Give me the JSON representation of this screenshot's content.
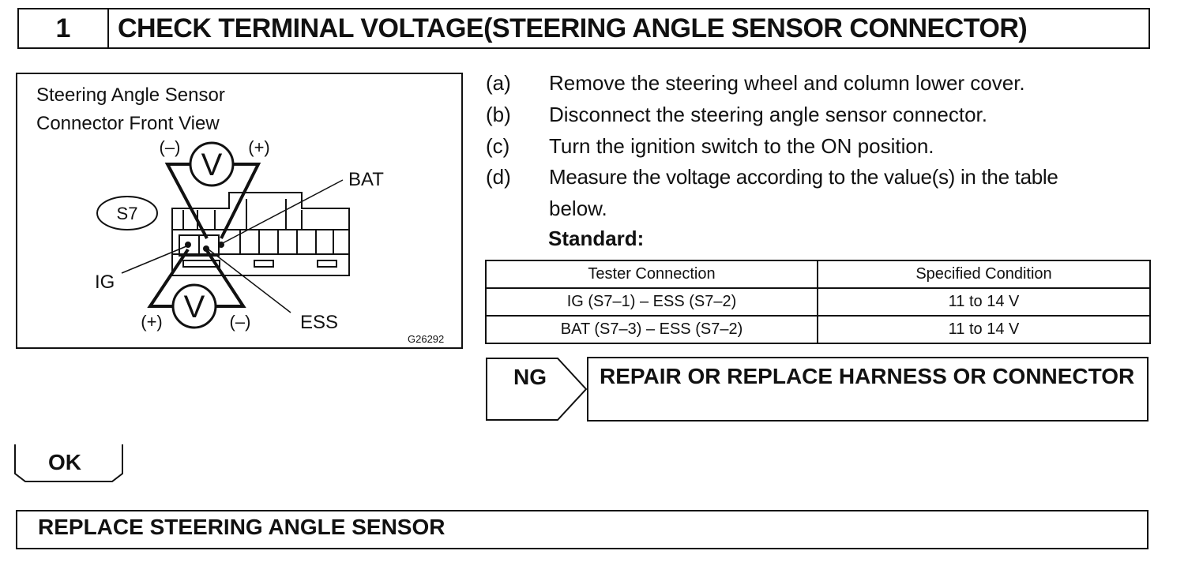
{
  "step": {
    "number": "1",
    "title": "CHECK TERMINAL VOLTAGE(STEERING ANGLE SENSOR CONNECTOR)"
  },
  "diagram": {
    "title_line1": "Steering Angle Sensor",
    "title_line2": "Connector Front View",
    "connector_id": "S7",
    "meter_symbol": "V",
    "minus": "(–)",
    "plus": "(+)",
    "label_bat": "BAT",
    "label_ig": "IG",
    "label_ess": "ESS",
    "figure_code": "G26292"
  },
  "instructions": [
    {
      "letter": "(a)",
      "text": "Remove the steering wheel and column lower cover."
    },
    {
      "letter": "(b)",
      "text": "Disconnect the steering angle sensor connector."
    },
    {
      "letter": "(c)",
      "text": "Turn the ignition switch to the ON position."
    },
    {
      "letter": "(d)",
      "text": "Measure the voltage according to the value(s) in the table",
      "text2": "below."
    }
  ],
  "standard_label": "Standard:",
  "table": {
    "headers": [
      "Tester Connection",
      "Specified Condition"
    ],
    "rows": [
      [
        "IG (S7–1) – ESS (S7–2)",
        "11 to 14 V"
      ],
      [
        "BAT (S7–3) – ESS (S7–2)",
        "11 to 14 V"
      ]
    ]
  },
  "ng": {
    "label": "NG",
    "result": "REPAIR OR REPLACE HARNESS OR CONNECTOR"
  },
  "ok": {
    "label": "OK"
  },
  "final": {
    "text": "REPLACE STEERING ANGLE SENSOR"
  }
}
